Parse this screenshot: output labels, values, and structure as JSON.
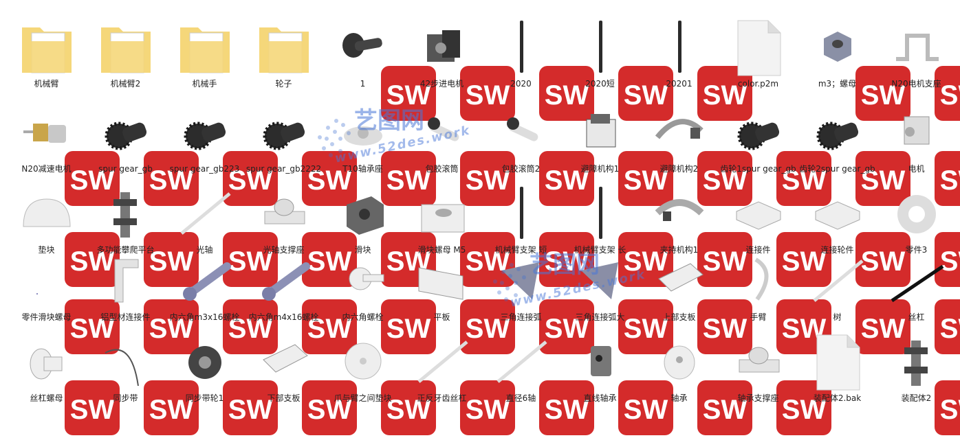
{
  "items": [
    {
      "label": "机械臂",
      "type": "folder",
      "icon": "folder-icon"
    },
    {
      "label": "机械臂2",
      "type": "folder",
      "icon": "folder-icon"
    },
    {
      "label": "机械手",
      "type": "folder",
      "icon": "folder-icon"
    },
    {
      "label": "轮子",
      "type": "folder",
      "icon": "folder-icon"
    },
    {
      "label": "1",
      "type": "part",
      "icon": "bolt-icon"
    },
    {
      "label": "42步进电机",
      "type": "part",
      "icon": "stepper-motor-icon"
    },
    {
      "label": "2020",
      "type": "part",
      "icon": "rod-icon"
    },
    {
      "label": "2020短",
      "type": "part",
      "icon": "rod-icon"
    },
    {
      "label": "20201",
      "type": "part",
      "icon": "rod-icon"
    },
    {
      "label": "color.p2m",
      "type": "file",
      "icon": "blank-file-icon"
    },
    {
      "label": "m3；螺母",
      "type": "part",
      "icon": "nut-icon"
    },
    {
      "label": "N20电机支座",
      "type": "part",
      "icon": "bracket-icon"
    },
    {
      "label": "N20减速电机",
      "type": "part",
      "icon": "gear-motor-icon"
    },
    {
      "label": "spur gear_gb",
      "type": "part",
      "icon": "gear-icon"
    },
    {
      "label": "spur gear_gb223",
      "type": "part",
      "icon": "gear-icon"
    },
    {
      "label": "spur gear_gb2222",
      "type": "part",
      "icon": "gear-icon"
    },
    {
      "label": "T10轴承座",
      "type": "part",
      "icon": "bearing-seat-icon"
    },
    {
      "label": "包胶滚筒",
      "type": "part",
      "icon": "roller-icon"
    },
    {
      "label": "包胶滚筒2",
      "type": "part",
      "icon": "roller-icon"
    },
    {
      "label": "避障机构1",
      "type": "part",
      "icon": "mechanism-icon"
    },
    {
      "label": "避障机构2",
      "type": "part",
      "icon": "arc-bracket-icon"
    },
    {
      "label": "齿轮1spur gear_gb",
      "type": "part",
      "icon": "gear-icon"
    },
    {
      "label": "齿轮2spur gear_gb",
      "type": "part",
      "icon": "gear-icon"
    },
    {
      "label": "电机",
      "type": "part",
      "icon": "motor-icon"
    },
    {
      "label": "垫块",
      "type": "part",
      "icon": "half-cylinder-icon"
    },
    {
      "label": "多功能攀爬平台",
      "type": "part",
      "icon": "assembly-icon"
    },
    {
      "label": "光轴",
      "type": "part",
      "icon": "shaft-icon"
    },
    {
      "label": "光轴支撑座",
      "type": "part",
      "icon": "shaft-support-icon"
    },
    {
      "label": "滑块",
      "type": "part",
      "icon": "slider-block-icon"
    },
    {
      "label": "滑块螺母 M5",
      "type": "part",
      "icon": "block-icon"
    },
    {
      "label": "机械臂支架 短",
      "type": "part",
      "icon": "rod-icon"
    },
    {
      "label": "机械臂支架 长",
      "type": "part",
      "icon": "rod-icon"
    },
    {
      "label": "夹持机构1",
      "type": "part",
      "icon": "clamp-icon"
    },
    {
      "label": "连接件",
      "type": "part",
      "icon": "connector-icon"
    },
    {
      "label": "连接轮件",
      "type": "part",
      "icon": "connector-icon"
    },
    {
      "label": "零件3",
      "type": "part",
      "icon": "ring-icon"
    },
    {
      "label": "零件滑块螺母",
      "type": "part",
      "icon": "empty-icon"
    },
    {
      "label": "铝型材连接件",
      "type": "part",
      "icon": "angle-icon"
    },
    {
      "label": "内六角m3x16螺栓",
      "type": "part",
      "icon": "hex-bolt-icon"
    },
    {
      "label": "内六角m4x16螺栓",
      "type": "part",
      "icon": "hex-bolt-icon"
    },
    {
      "label": "内六角螺栓",
      "type": "part",
      "icon": "button-bolt-icon"
    },
    {
      "label": "平板",
      "type": "part",
      "icon": "perforated-plate-icon"
    },
    {
      "label": "三角连接弧",
      "type": "part",
      "icon": "triangle-plate-icon"
    },
    {
      "label": "三角连接弧大",
      "type": "part",
      "icon": "triangle-plate-icon"
    },
    {
      "label": "上部支板",
      "type": "part",
      "icon": "plate-icon"
    },
    {
      "label": "手臂",
      "type": "part",
      "icon": "arm-icon"
    },
    {
      "label": "树",
      "type": "part",
      "icon": "shaft-icon"
    },
    {
      "label": "丝杠",
      "type": "part",
      "icon": "lead-screw-icon"
    },
    {
      "label": "丝杠螺母",
      "type": "part",
      "icon": "flange-nut-icon"
    },
    {
      "label": "同步带",
      "type": "part",
      "icon": "belt-icon"
    },
    {
      "label": "同步带轮1",
      "type": "part",
      "icon": "pulley-icon"
    },
    {
      "label": "下部支板",
      "type": "part",
      "icon": "plate-icon"
    },
    {
      "label": "爪与臂之间垫块",
      "type": "part",
      "icon": "disc-icon"
    },
    {
      "label": "正反牙齿丝杠",
      "type": "part",
      "icon": "shaft-icon"
    },
    {
      "label": "直径6轴",
      "type": "part",
      "icon": "shaft-icon"
    },
    {
      "label": "直线轴承",
      "type": "part",
      "icon": "linear-bearing-icon"
    },
    {
      "label": "轴承",
      "type": "part",
      "icon": "washer-icon"
    },
    {
      "label": "轴承支撑座",
      "type": "part",
      "icon": "shaft-support-icon"
    },
    {
      "label": "装配体2.bak",
      "type": "file",
      "icon": "blank-file-icon"
    },
    {
      "label": "装配体2",
      "type": "part",
      "icon": "assembly-icon"
    }
  ],
  "watermark": {
    "brand": "艺图网",
    "domain": "www.52des.work"
  },
  "badge_text": "SW",
  "colors": {
    "folder": "#f5d77a",
    "badge": "#d42b2b",
    "part": "#3a3a3a",
    "light_part": "#d6d6dc"
  }
}
